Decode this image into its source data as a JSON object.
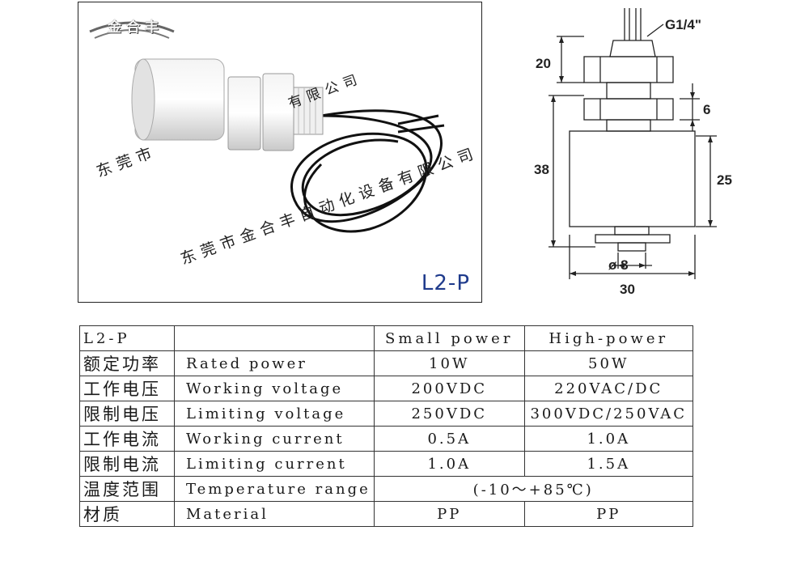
{
  "logo": {
    "text": "金合丰"
  },
  "photo": {
    "model_label": "L2-P",
    "watermark_lines": [
      "东莞市",
      "东莞市金合丰自动化设备有限公司",
      "有限公司"
    ],
    "watermark_line2_tail": "公司"
  },
  "drawing": {
    "thread_label": "G1/4\"",
    "dims": {
      "top_height": "20",
      "nut_height": "6",
      "total_height": "38",
      "body_height": "25",
      "stem_diameter": "ø 8",
      "body_width": "30"
    }
  },
  "table": {
    "header": [
      "L2-P",
      "",
      "Small power",
      "High-power"
    ],
    "rows": [
      {
        "zh": "额定功率",
        "en": "Rated power",
        "small": "10W",
        "high": "50W"
      },
      {
        "zh": "工作电压",
        "en": "Working voltage",
        "small": "200VDC",
        "high": "220VAC/DC"
      },
      {
        "zh": "限制电压",
        "en": "Limiting voltage",
        "small": "250VDC",
        "high": "300VDC/250VAC"
      },
      {
        "zh": "工作电流",
        "en": "Working current",
        "small": "0.5A",
        "high": "1.0A"
      },
      {
        "zh": "限制电流",
        "en": "Limiting current",
        "small": "1.0A",
        "high": "1.5A"
      },
      {
        "zh": "温度范围",
        "en": "Temperature range",
        "merged": "(-10～+85℃)"
      },
      {
        "zh": "材质",
        "en": "Material",
        "small": "PP",
        "high": "PP"
      }
    ]
  }
}
